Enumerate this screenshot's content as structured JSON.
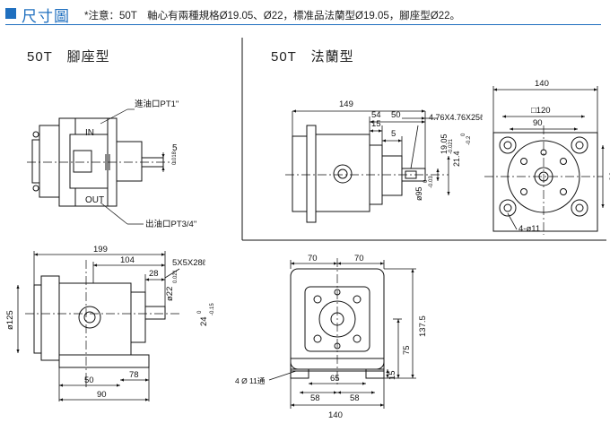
{
  "header": {
    "title": "尺寸圖",
    "note": "*注意：50T　軸心有兩種規格Ø19.05、Ø22，標准品法蘭型Ø19.05，腳座型Ø22。"
  },
  "sections": {
    "foot_type": "50T　腳座型",
    "flange_type": "50T　法蘭型"
  },
  "labels": {
    "inlet": "進油口PT1\"",
    "outlet": "出油口PT3/4\"",
    "port_in": "IN",
    "port_out": "OUT",
    "key_top": "5",
    "key_tol": "0.018",
    "key_spec_foot": "5X5X28ℓ",
    "shaft_dia_foot": "ø22",
    "shaft_dia_foot_tol": "0.021",
    "shaft_ht_foot": "24",
    "shaft_ht_foot_tol1": "0",
    "shaft_ht_foot_tol2": "-0.15",
    "key_spec_flange": "4.76X4.76X25ℓ",
    "shaft_dia_flange": "19.05",
    "shaft_dia_flange_tol": "-0.021",
    "shaft_ht_flange": "21.4",
    "shaft_ht_flange_tol1": "0",
    "shaft_ht_flange_tol2": "-0.2",
    "spigot_dia": "ø95",
    "spigot_tol1": "0",
    "spigot_tol2": "-0.03",
    "holes_flange": "4-ø11",
    "holes_foot": "4 Ø 11通"
  },
  "dims": {
    "d199": "199",
    "d104": "104",
    "d28": "28",
    "d125": "ø125",
    "d50a": "50",
    "d78": "78",
    "d90a": "90",
    "d149": "149",
    "d54": "54",
    "d15a": "15",
    "d50b": "50",
    "d5": "5",
    "d140a": "140",
    "d120": "□120",
    "d90b": "90",
    "d90c": "90",
    "d70a": "70",
    "d70b": "70",
    "d1375": "137.5",
    "d75": "75",
    "d65": "65",
    "d58a": "58",
    "d58b": "58",
    "d15b": "15",
    "d140b": "140"
  }
}
